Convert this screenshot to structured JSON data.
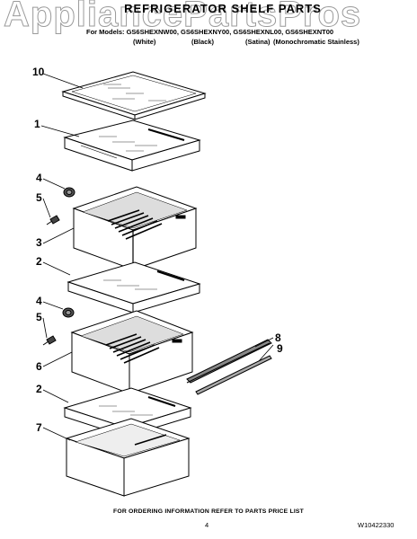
{
  "header": {
    "title": "REFRIGERATOR SHELF PARTS",
    "watermark": "AppliancePartsPros",
    "models": "For Models: GS6SHEXNW00, GS6SHEXNY00, GS6SHEXNL00, GS6SHEXNT00",
    "color_white": "(White)",
    "color_black": "(Black)",
    "color_satina": "(Satina)",
    "color_monochromatic": "(Monochromatic Stainless)"
  },
  "callouts": [
    "10",
    "1",
    "4",
    "5",
    "3",
    "2",
    "4",
    "5",
    "6",
    "8",
    "9",
    "2",
    "7"
  ],
  "footer": {
    "note": "FOR ORDERING INFORMATION REFER TO PARTS PRICE LIST",
    "page": "4",
    "doc_number": "W10422330"
  }
}
